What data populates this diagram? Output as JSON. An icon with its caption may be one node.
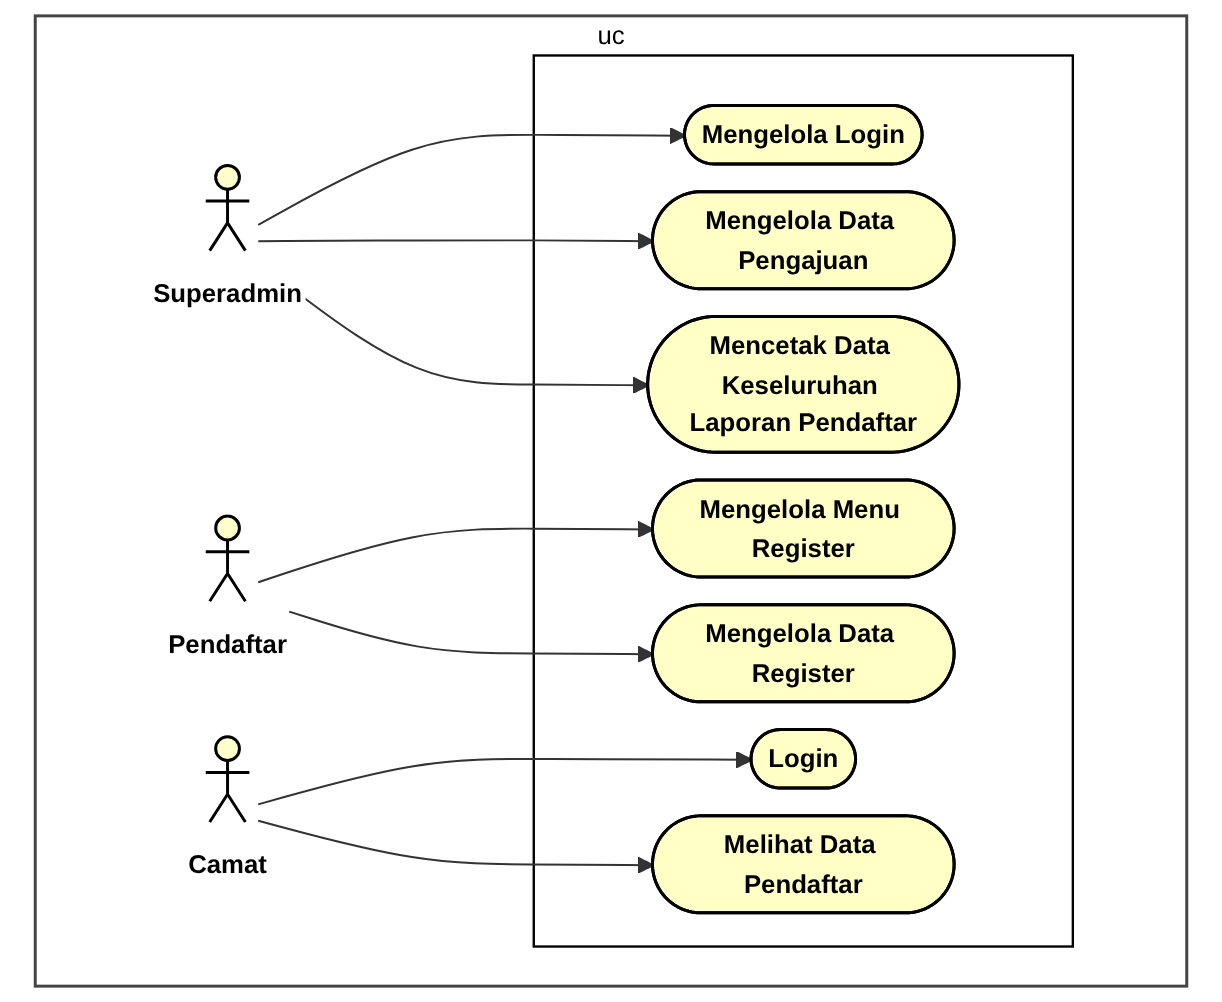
{
  "diagram": {
    "nodes": [
      {
        "text": [
          "uc"
        ]
      },
      {
        "text": [],
        "shape": "box",
        "in": 0
      },
      {
        "text": [
          "Superadmin"
        ],
        "in": 0
      },
      {
        "text": [
          "Mengelola Login"
        ],
        "in": 1
      },
      {
        "text": [
          "Mengelola Data Pengajuan"
        ],
        "in": 1
      },
      {
        "text": [
          "Mencetak Data Keseluruhan Laporan Pendaftar"
        ],
        "in": 1
      },
      {
        "text": [
          "Camat"
        ],
        "in": 0
      },
      {
        "text": [
          "Pendaftar"
        ],
        "in": 0
      },
      {
        "text": [
          "Mengelola Menu Register"
        ],
        "in": 1
      },
      {
        "text": [
          "Mengelola Data Register"
        ],
        "in": 1
      },
      {
        "text": [
          "Login"
        ],
        "in": 1
      },
      {
        "text": [
          "Melihat Data Pendaftar"
        ],
        "in": 1
      }
    ],
    "edges": [
      {
        "from": 2,
        "to": 3,
        "arrow": "to"
      },
      {
        "from": 2,
        "to": 4,
        "arrow": "to"
      },
      {
        "from": 2,
        "to": 5,
        "arrow": "to"
      },
      {
        "from": 7,
        "to": 8,
        "arrow": "to"
      },
      {
        "from": 7,
        "to": 9,
        "arrow": "to"
      },
      {
        "from": 6,
        "to": 10,
        "arrow": "to"
      },
      {
        "from": 6,
        "to": 11,
        "arrow": "to"
      }
    ]
  }
}
